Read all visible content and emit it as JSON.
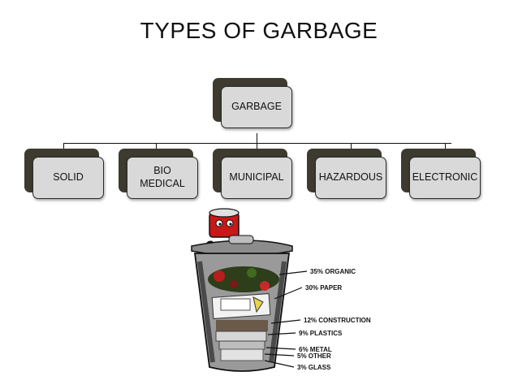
{
  "title": "TYPES OF GARBAGE",
  "root": {
    "label": "GARBAGE"
  },
  "children": [
    {
      "label": "SOLID"
    },
    {
      "label": "BIO\nMEDICAL"
    },
    {
      "label": "MUNICIPAL"
    },
    {
      "label": "HAZARDOUS"
    },
    {
      "label": "ELECTRONIC"
    }
  ],
  "composition": [
    {
      "label": "35% ORGANIC"
    },
    {
      "label": "30% PAPER"
    },
    {
      "label": "12% CONSTRUCTION"
    },
    {
      "label": "9% PLASTICS"
    },
    {
      "label": "6% METAL"
    },
    {
      "label": "5% OTHER"
    },
    {
      "label": "3% GLASS"
    }
  ]
}
